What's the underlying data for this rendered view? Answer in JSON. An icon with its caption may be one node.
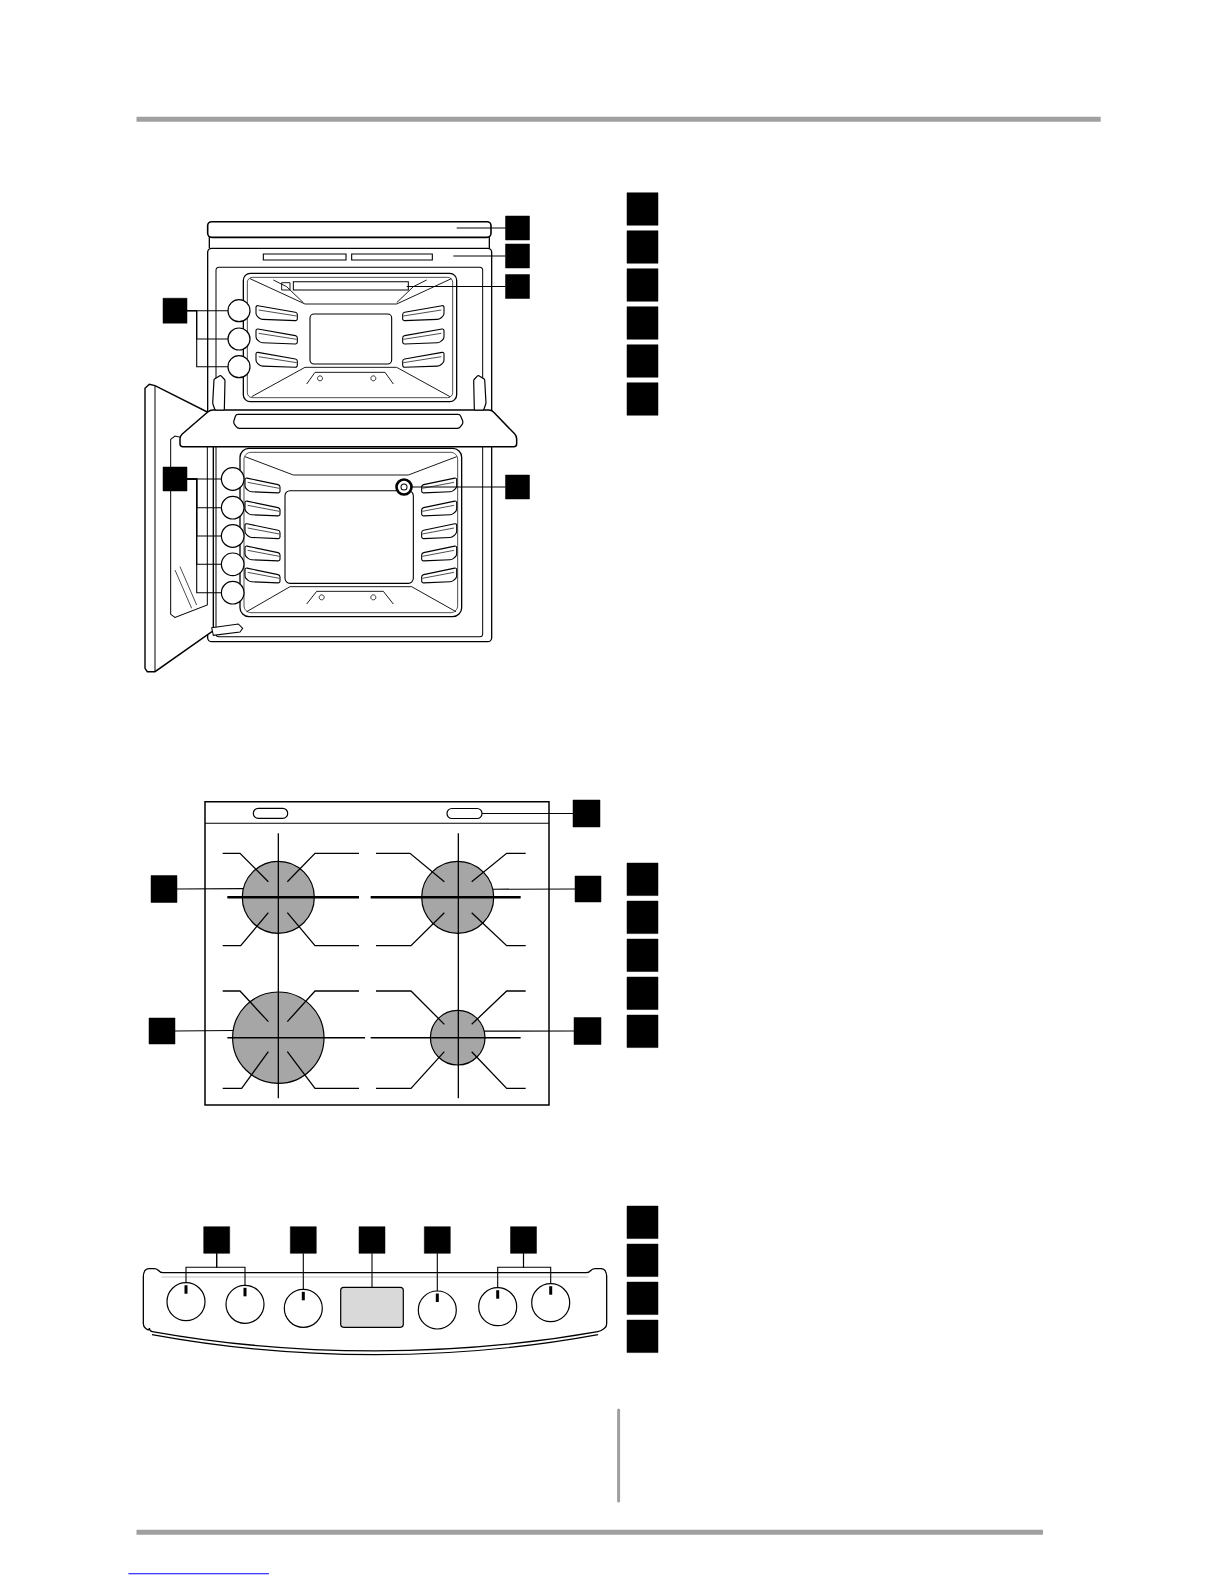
{
  "diagram": {
    "nodes": [
      {
        "text": [],
        "shape": "box"
      },
      {
        "text": [],
        "shape": "box"
      },
      {
        "text": [],
        "shape": "box"
      },
      {
        "text": [],
        "shape": "box"
      },
      {
        "text": [],
        "shape": "circle"
      },
      {
        "text": [],
        "shape": "circle"
      },
      {
        "text": [],
        "shape": "circle"
      },
      {
        "text": [],
        "shape": "box"
      },
      {
        "text": [],
        "shape": "box"
      },
      {
        "text": [],
        "shape": "circle"
      },
      {
        "text": [],
        "shape": "circle"
      },
      {
        "text": [],
        "shape": "circle"
      },
      {
        "text": [],
        "shape": "circle"
      },
      {
        "text": [],
        "shape": "circle"
      },
      {
        "text": [],
        "shape": "circle"
      },
      {
        "text": [],
        "shape": "box"
      },
      {
        "text": [],
        "shape": "box"
      },
      {
        "text": [],
        "shape": "box"
      },
      {
        "text": [],
        "shape": "box"
      },
      {
        "text": [],
        "shape": "box"
      },
      {
        "text": [],
        "shape": "box"
      },
      {
        "text": [],
        "shape": "box"
      },
      {
        "text": [],
        "shape": "oval"
      },
      {
        "text": [],
        "shape": "box"
      },
      {
        "text": [],
        "shape": "circle"
      },
      {
        "text": [],
        "shape": "circle"
      },
      {
        "text": [],
        "shape": "box"
      },
      {
        "text": [],
        "shape": "box"
      },
      {
        "text": [],
        "shape": "circle"
      },
      {
        "text": [],
        "shape": "circle"
      },
      {
        "text": [],
        "shape": "box"
      },
      {
        "text": [],
        "shape": "box"
      },
      {
        "text": [],
        "shape": "box"
      },
      {
        "text": [],
        "shape": "box"
      },
      {
        "text": [],
        "shape": "box"
      },
      {
        "text": [],
        "shape": "box"
      },
      {
        "text": [],
        "shape": "box"
      },
      {
        "text": [],
        "shape": "box"
      },
      {
        "text": [],
        "shape": "box"
      },
      {
        "text": [],
        "shape": "box"
      },
      {
        "text": [],
        "shape": "box"
      },
      {
        "text": [],
        "shape": "circle"
      },
      {
        "text": [],
        "shape": "circle"
      },
      {
        "text": [],
        "shape": "circle"
      },
      {
        "text": [],
        "shape": "box"
      },
      {
        "text": [],
        "shape": "circle"
      },
      {
        "text": [],
        "shape": "circle"
      },
      {
        "text": [],
        "shape": "circle"
      },
      {
        "text": [],
        "shape": "box"
      },
      {
        "text": [],
        "shape": "box"
      },
      {
        "text": [],
        "shape": "box"
      },
      {
        "text": [],
        "shape": "box"
      }
    ],
    "edges": [
      {
        "from": 0,
        "to": null,
        "arrow": "none"
      },
      {
        "from": 1,
        "to": null,
        "arrow": "none"
      },
      {
        "from": 2,
        "to": null,
        "arrow": "none"
      },
      {
        "from": 3,
        "to": 4,
        "arrow": "none"
      },
      {
        "from": 3,
        "to": 5,
        "arrow": "none"
      },
      {
        "from": 3,
        "to": 6,
        "arrow": "none"
      },
      {
        "from": 7,
        "to": 10,
        "arrow": "none"
      },
      {
        "from": 7,
        "to": 11,
        "arrow": "none"
      },
      {
        "from": 7,
        "to": 12,
        "arrow": "none"
      },
      {
        "from": 7,
        "to": 13,
        "arrow": "none"
      },
      {
        "from": 7,
        "to": 14,
        "arrow": "none"
      },
      {
        "from": 8,
        "to": 9,
        "arrow": "none"
      },
      {
        "from": 21,
        "to": 22,
        "arrow": "none"
      },
      {
        "from": 23,
        "to": 24,
        "arrow": "none"
      },
      {
        "from": 26,
        "to": 25,
        "arrow": "none"
      },
      {
        "from": 27,
        "to": 28,
        "arrow": "none"
      },
      {
        "from": 30,
        "to": 29,
        "arrow": "none"
      },
      {
        "from": 36,
        "to": 41,
        "arrow": "none"
      },
      {
        "from": 36,
        "to": 42,
        "arrow": "none"
      },
      {
        "from": 37,
        "to": 43,
        "arrow": "none"
      },
      {
        "from": 38,
        "to": 44,
        "arrow": "none"
      },
      {
        "from": 39,
        "to": 45,
        "arrow": "none"
      },
      {
        "from": 40,
        "to": 46,
        "arrow": "none"
      },
      {
        "from": 40,
        "to": 47,
        "arrow": "none"
      }
    ]
  }
}
